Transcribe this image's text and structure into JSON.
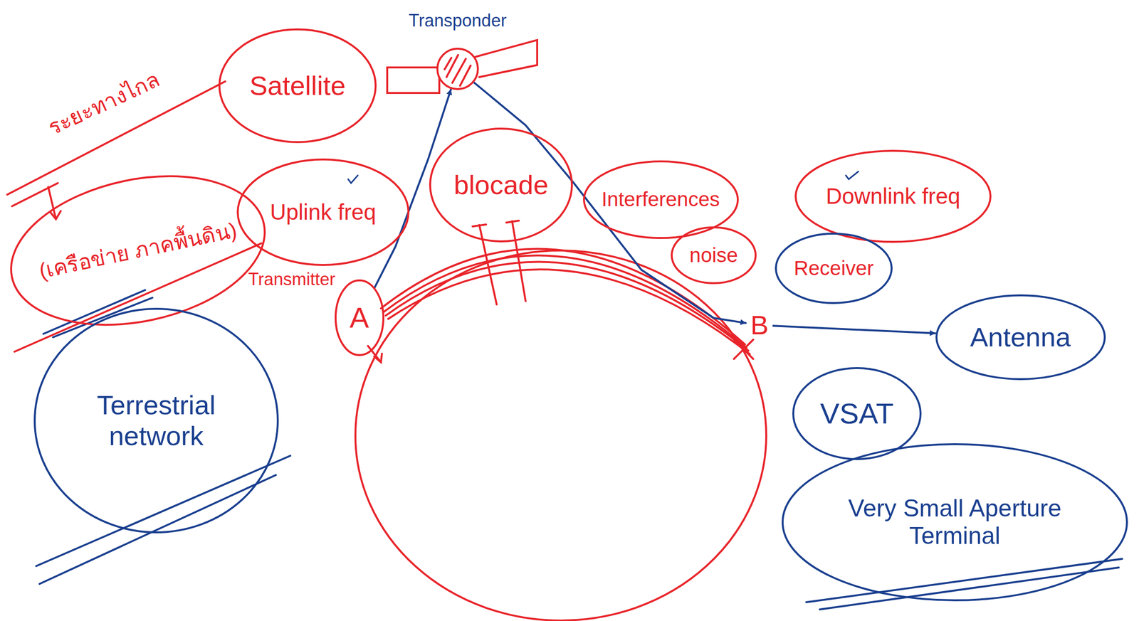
{
  "diagram": {
    "nodes": [
      {
        "text": [
          "Satellite"
        ]
      },
      {
        "text": [
          "Transponder"
        ]
      },
      {
        "text": [
          "(เครือข่าย ภาคพื้นดิน)"
        ]
      },
      {
        "text": [
          "Uplink freq"
        ]
      },
      {
        "text": [
          "blocade"
        ]
      },
      {
        "text": [
          "Interferences"
        ]
      },
      {
        "text": [
          "noise"
        ]
      },
      {
        "text": [
          "Downlink freq"
        ]
      },
      {
        "text": [
          "Receiver"
        ]
      },
      {
        "text": [
          "A"
        ]
      },
      {
        "text": [
          "Terrestrial network"
        ]
      },
      {
        "text": [
          "Antenna"
        ]
      },
      {
        "text": [
          "VSAT"
        ]
      },
      {
        "text": [
          "Very Small Aperture Terminal"
        ]
      },
      {
        "text": [
          "B"
        ]
      }
    ],
    "edges": [
      {
        "from": 9,
        "to": 1,
        "arrow": "to"
      },
      {
        "from": 1,
        "to": 14,
        "arrow": "to"
      },
      {
        "from": 14,
        "to": 11,
        "arrow": "to"
      }
    ],
    "labels": [
      "ระยะทางไกล",
      "Transmitter"
    ]
  }
}
